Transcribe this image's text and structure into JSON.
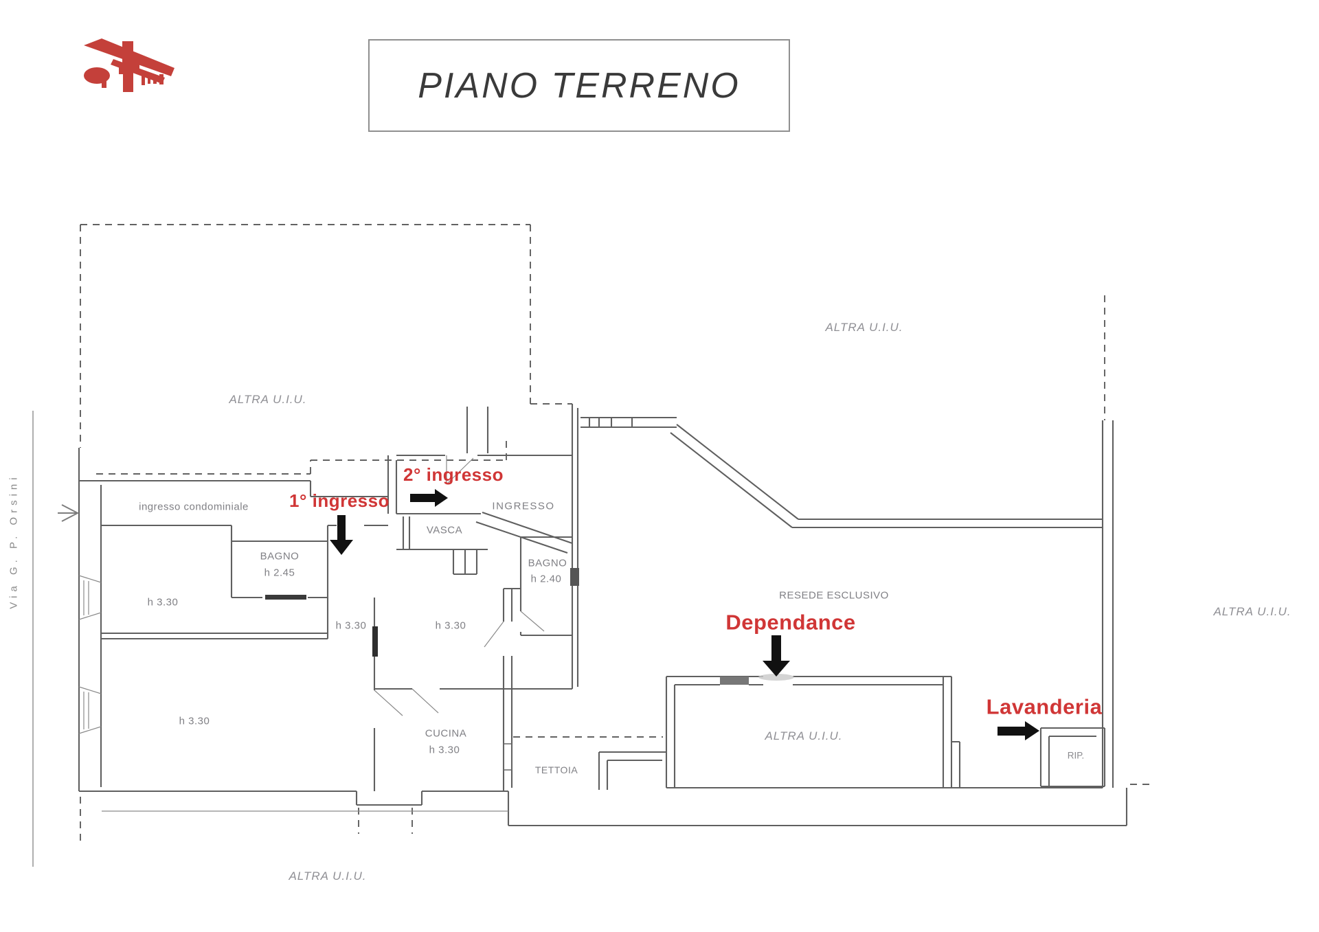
{
  "header": {
    "title": "PIANO TERRENO",
    "logo_color": "#c4403a"
  },
  "street": {
    "name": "Via G. P. Orsini"
  },
  "plan": {
    "other_unit_labels": {
      "top_left": "ALTRA U.I.U.",
      "top_right": "ALTRA U.I.U.",
      "dependance_unit": "ALTRA U.I.U.",
      "far_right": "ALTRA U.I.U.",
      "bottom": "ALTRA U.I.U."
    },
    "rooms": {
      "corridor": "ingresso condominiale",
      "entrance_hall": "INGRESSO",
      "tub": "VASCA",
      "bath1_name": "BAGNO",
      "bath1_height": "h 2.45",
      "bath2_name": "BAGNO",
      "bath2_height": "h 2.40",
      "room1_height": "h 3.30",
      "room2_height": "h 3.30",
      "room3_height": "h 3.30",
      "room4_height": "h 3.30",
      "kitchen_name": "CUCINA",
      "kitchen_height": "h 3.30",
      "canopy": "TETTOIA",
      "storage": "RIP.",
      "exclusive_yard": "RESEDE ESCLUSIVO"
    },
    "red_annotations": {
      "first_entrance": "1° ingresso",
      "second_entrance": "2° ingresso",
      "dependance": "Dependance",
      "laundry": "Lavanderia"
    },
    "colors": {
      "annotation_red": "#d03636",
      "wall_gray": "#5f5f5f",
      "label_gray": "#8f8f94",
      "arrow_black": "#111111"
    }
  }
}
